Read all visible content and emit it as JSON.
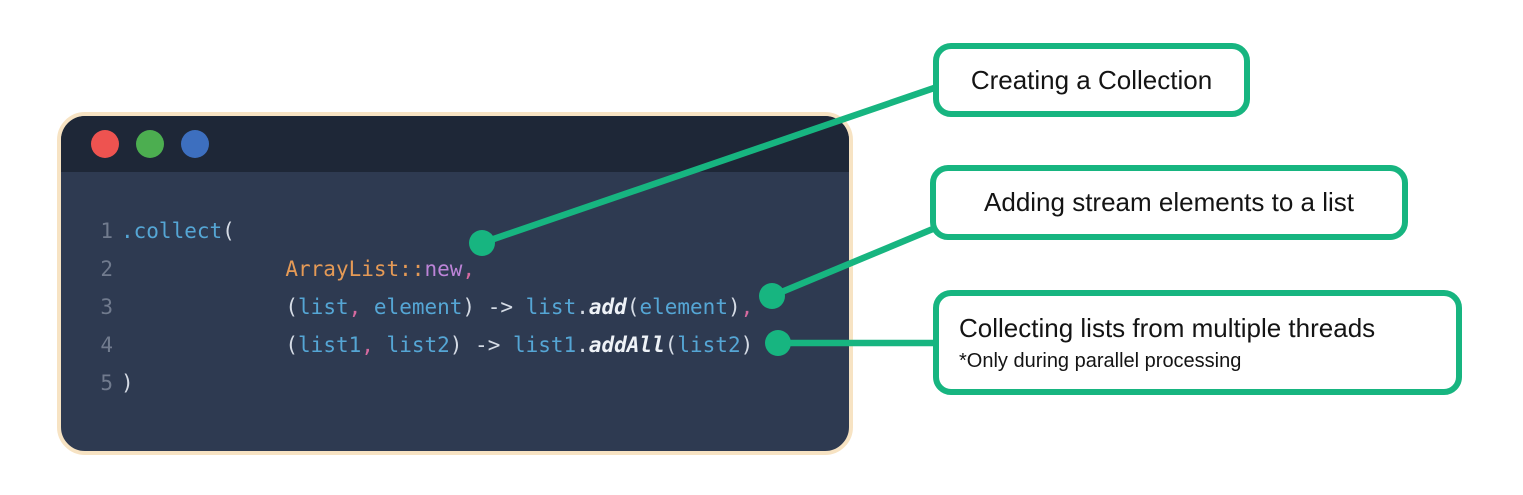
{
  "colors": {
    "accent": "#17b580",
    "window_border": "#f7e3c3",
    "titlebar_bg": "#1e2737",
    "editor_bg": "#2e3a51",
    "line_number": "#717b8e",
    "code_def": "#d5dbe5",
    "code_blue": "#55a6d5",
    "code_orange": "#e59a56",
    "code_purple": "#bd84d8",
    "code_pink": "#d56a9f",
    "code_method": "#eef2f7",
    "traffic_red": "#ee5350",
    "traffic_green": "#4cae50",
    "traffic_blue": "#3d6fbf",
    "callout_bg": "#ffffff",
    "callout_text": "#141414",
    "page_bg": "#ffffff"
  },
  "window": {
    "controls": [
      "close",
      "minimize",
      "zoom"
    ]
  },
  "code": {
    "lines": [
      {
        "num": "1",
        "indent": 0,
        "tokens": [
          {
            "t": ".collect",
            "c": "blue"
          },
          {
            "t": "(",
            "c": "def"
          }
        ]
      },
      {
        "num": "2",
        "indent": 13,
        "tokens": [
          {
            "t": "ArrayList::",
            "c": "orange"
          },
          {
            "t": "new",
            "c": "purple"
          },
          {
            "t": ",",
            "c": "pink"
          }
        ]
      },
      {
        "num": "3",
        "indent": 13,
        "tokens": [
          {
            "t": "(",
            "c": "def"
          },
          {
            "t": "list",
            "c": "blue"
          },
          {
            "t": ",",
            "c": "pink"
          },
          {
            "t": " element",
            "c": "blue"
          },
          {
            "t": ") -> ",
            "c": "def"
          },
          {
            "t": "list",
            "c": "blue"
          },
          {
            "t": ".",
            "c": "def"
          },
          {
            "t": "add",
            "c": "method"
          },
          {
            "t": "(",
            "c": "def"
          },
          {
            "t": "element",
            "c": "blue"
          },
          {
            "t": ")",
            "c": "def"
          },
          {
            "t": ",",
            "c": "pink"
          }
        ]
      },
      {
        "num": "4",
        "indent": 13,
        "tokens": [
          {
            "t": "(",
            "c": "def"
          },
          {
            "t": "list1",
            "c": "blue"
          },
          {
            "t": ",",
            "c": "pink"
          },
          {
            "t": " list2",
            "c": "blue"
          },
          {
            "t": ") -> ",
            "c": "def"
          },
          {
            "t": "list1",
            "c": "blue"
          },
          {
            "t": ".",
            "c": "def"
          },
          {
            "t": "addAll",
            "c": "method"
          },
          {
            "t": "(",
            "c": "def"
          },
          {
            "t": "list2",
            "c": "blue"
          },
          {
            "t": ")",
            "c": "def"
          }
        ]
      },
      {
        "num": "5",
        "indent": 0,
        "tokens": [
          {
            "t": ")",
            "c": "def"
          }
        ]
      }
    ]
  },
  "callouts": [
    {
      "title": "Creating a Collection"
    },
    {
      "title": "Adding stream elements to a list"
    },
    {
      "title": "Collecting lists from multiple threads",
      "subtitle": "*Only during parallel processing"
    }
  ]
}
